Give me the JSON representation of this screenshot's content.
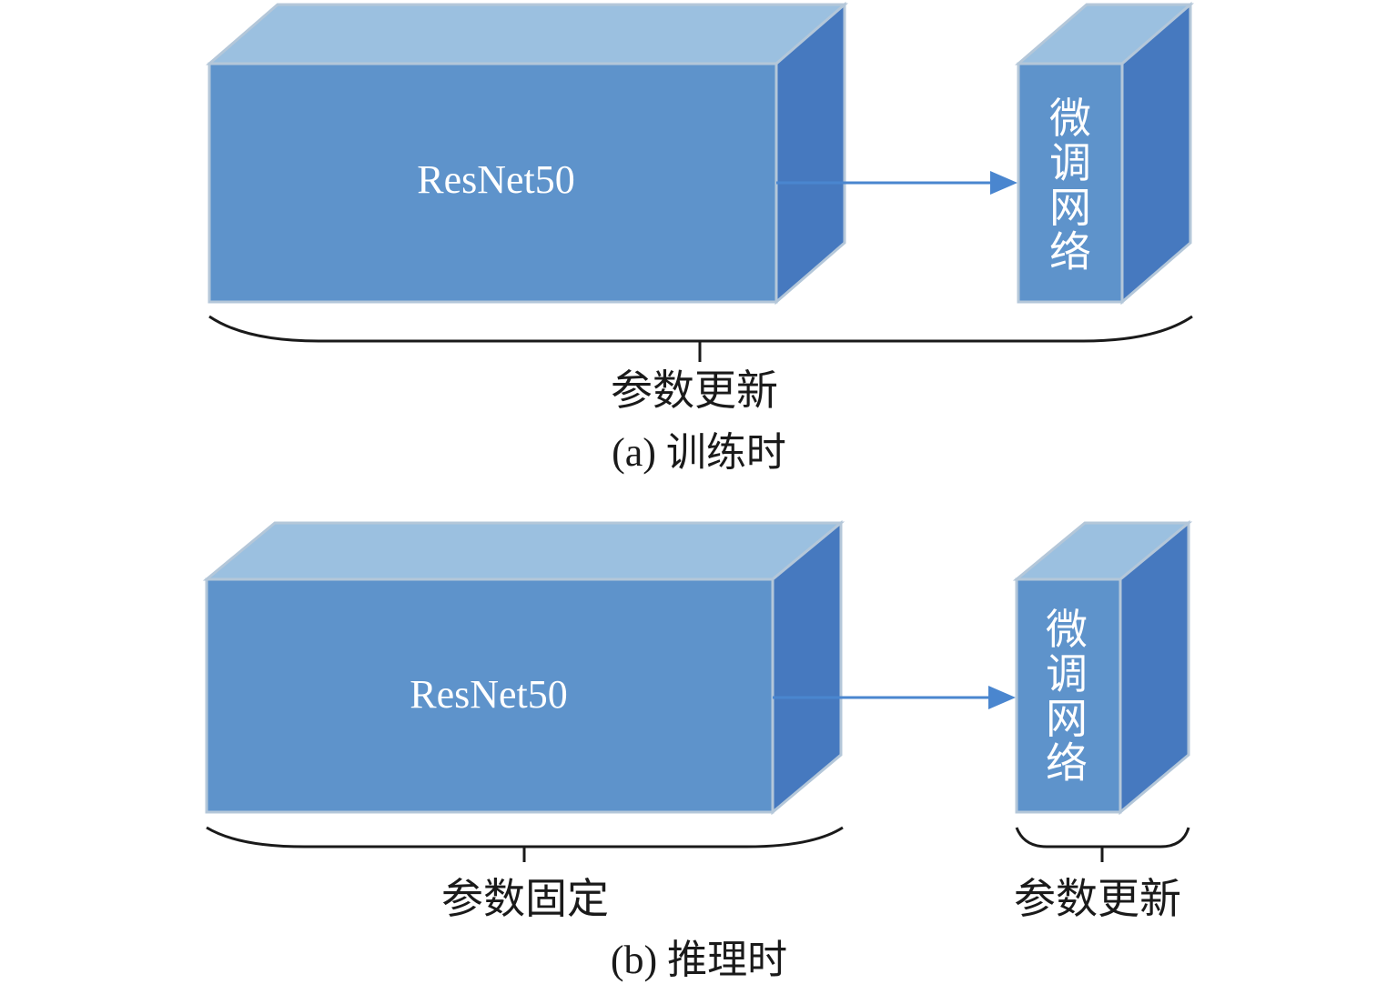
{
  "panel_a": {
    "backbone_label": "ResNet50",
    "finetune_label": [
      "微",
      "调",
      "网",
      "络"
    ],
    "bottom_label": "参数更新",
    "caption": "(a) 训练时"
  },
  "panel_b": {
    "backbone_label": "ResNet50",
    "finetune_label": [
      "微",
      "调",
      "网",
      "络"
    ],
    "backbone_bottom_label": "参数固定",
    "finetune_bottom_label": "参数更新",
    "caption": "(b) 推理时"
  },
  "colors": {
    "box_front": "#5e93cb",
    "box_top": "#9bc0e0",
    "box_side": "#4679bf",
    "arrow": "#4a86cf"
  }
}
